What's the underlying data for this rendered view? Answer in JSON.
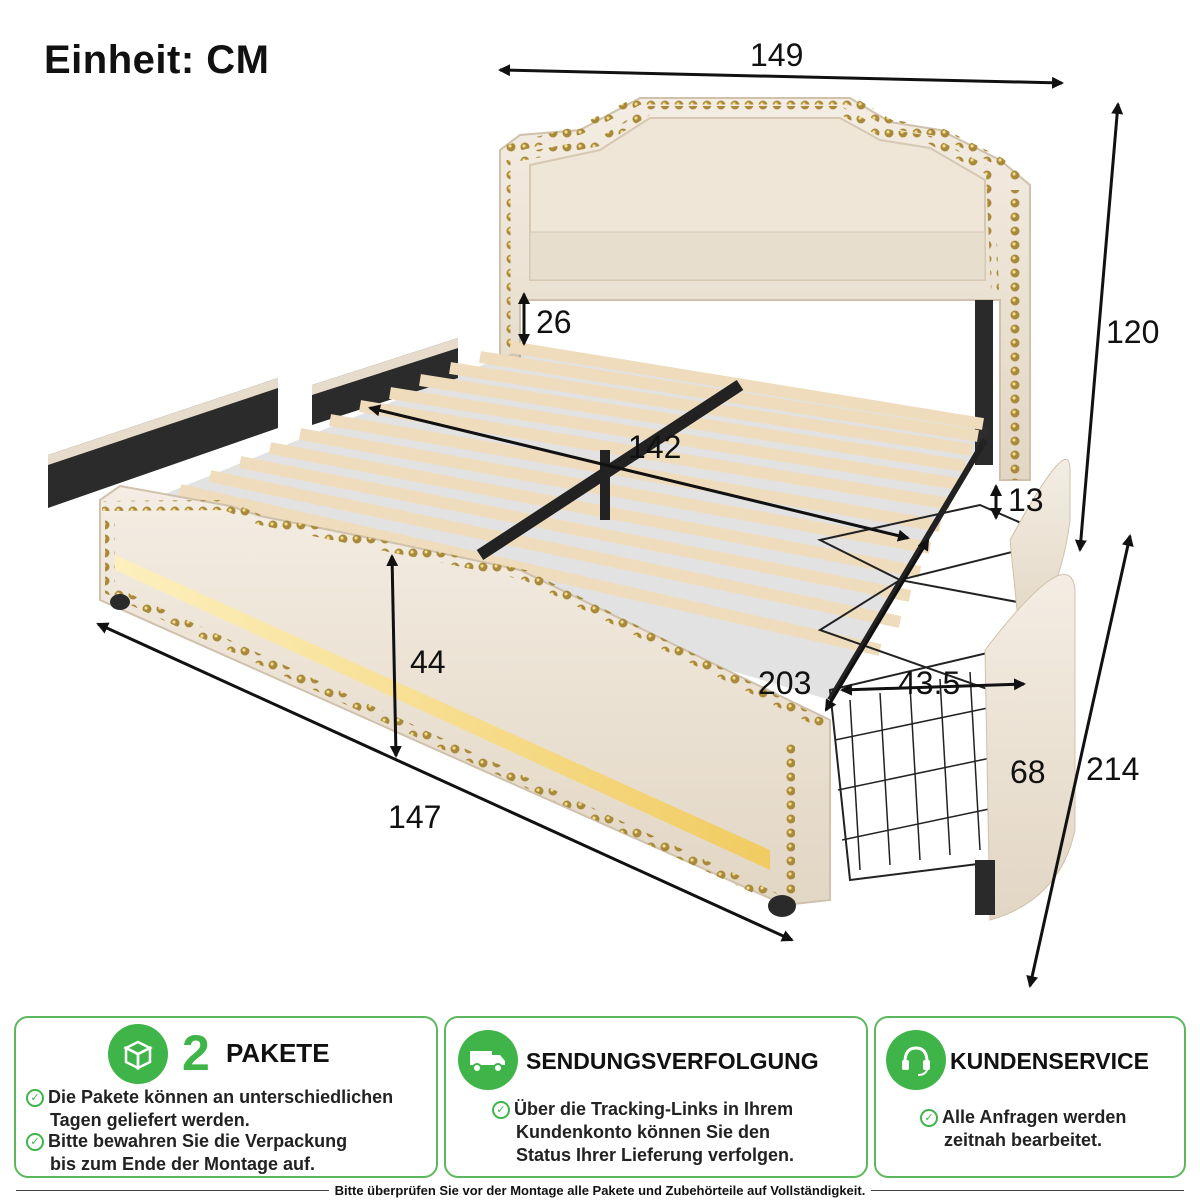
{
  "header": {
    "unit": "Einheit: CM"
  },
  "dimensions": {
    "width_top": "149",
    "height_total": "120",
    "clearance": "26",
    "inner_length": "142",
    "leg_height": "13",
    "footboard_height": "44",
    "drawer_length": "203",
    "drawer_width": "43.5",
    "drawer_depth": "68",
    "total_length": "214",
    "front_width": "147"
  },
  "cards": [
    {
      "icon": "package-icon",
      "number": "2",
      "title": "PAKETE",
      "bullets": [
        [
          "Die Pakete können an unterschiedlichen",
          "Tagen geliefert werden."
        ],
        [
          "Bitte bewahren Sie die Verpackung",
          "bis zum Ende der Montage auf."
        ]
      ]
    },
    {
      "icon": "delivery-truck-icon",
      "title": "SENDUNGSVERFOLGUNG",
      "bullets": [
        [
          "Über die Tracking-Links in Ihrem",
          "Kundenkonto können Sie den",
          "Status Ihrer Lieferung verfolgen."
        ]
      ]
    },
    {
      "icon": "headset-icon",
      "title": "KUNDENSERVICE",
      "bullets": [
        [
          "Alle Anfragen werden",
          "zeitnah bearbeitet."
        ]
      ]
    }
  ],
  "footer": {
    "note": "Bitte überprüfen Sie vor der Montage alle Pakete und Zubehörteile auf Vollständigkeit."
  },
  "colors": {
    "accent": "#3fb449",
    "border": "#5cb85c",
    "fabric": "#ece3d6",
    "slat": "#f0dfc0",
    "stud": "#a88a3a"
  }
}
